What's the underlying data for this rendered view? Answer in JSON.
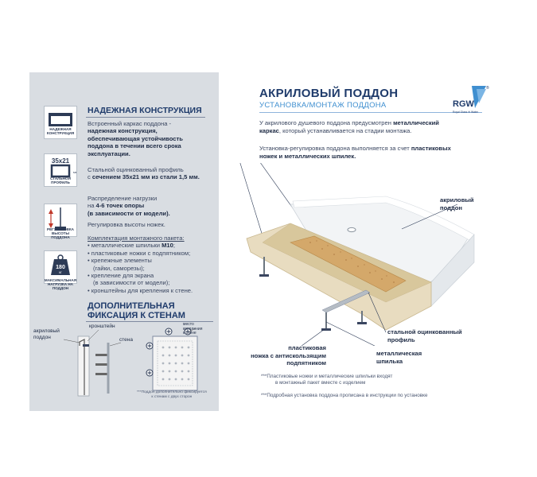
{
  "header": {
    "title": "АКРИЛОВЫЙ ПОДДОН",
    "subtitle": "УСТАНОВКА/МОНТАЖ ПОДДОНА",
    "logo_text": "RGW",
    "logo_tagline": "Royal Glass ✉ Water",
    "logo_mark": "®"
  },
  "intro": {
    "p1_pre": "У акрилового душевого поддона предусмотрен ",
    "p1_bold1": "металлический",
    "p1_bold2": "каркас",
    "p1_post": ", который устанавливается на стадии монтажа.",
    "p2_pre": "Установка-регулировка поддона выполняется за счет ",
    "p2_bold1": "пластиковых",
    "p2_bold2": "ножек и металлических шпилек."
  },
  "section1": {
    "title": "НАДЕЖНАЯ КОНСТРУКЦИЯ",
    "line1": "Встроенный каркас поддона -",
    "line2": "надежная конструкция,",
    "line3": "обеспечивающая устойчивость",
    "line4": "поддона в течении всего срока",
    "line5": "эксплуатации.",
    "profile_line1": "Стальной оцинкованный профиль",
    "profile_pre": "с ",
    "profile_bold": "сечением 35x21 мм из стали 1,5 мм.",
    "load_line1": "Распределение нагрузки",
    "load_pre": "на ",
    "load_bold": "4-6 точек опоры",
    "load_bold2": "(в зависимости от модели).",
    "height_line": "Регулировка высоты ножек.",
    "kit_title": "Комплектация монтажного пакета:",
    "kit_item1_pre": "металлические шпильки ",
    "kit_item1_bold": "M10",
    "kit_item1_post": ";",
    "kit_item2": "пластиковые ножки с подпятником;",
    "kit_item3": "крепежные элементы",
    "kit_item3b": "(гайки, саморезы);",
    "kit_item4": "крепление для экрана",
    "kit_item4b": "(в зависимости от модели);",
    "kit_item5": "кронштейны для крепления к стене."
  },
  "icons": {
    "icon1_caption_l1": "НАДЕЖНАЯ",
    "icon1_caption_l2": "КОНСТРУКЦИЯ",
    "icon2_top": "35x21",
    "icon2_unit": "мм",
    "icon2_caption_l1": "СТАЛЬНОЙ",
    "icon2_caption_l2": "ПРОФИЛЬ",
    "icon3_caption_l1": "РЕГУЛИРОВКА",
    "icon3_caption_l2": "ВЫСОТЫ ПОДДОНА",
    "icon4_value": "180",
    "icon4_unit": "кг",
    "icon4_caption_l1": "МАКСИМАЛЬНАЯ",
    "icon4_caption_l2": "НАГРУЗКА НА ПОДДОН"
  },
  "section2": {
    "title_l1": "ДОПОЛНИТЕЛЬНАЯ",
    "title_l2": "ФИКСАЦИЯ К СТЕНАМ",
    "label_tray_l1": "акриловый",
    "label_tray_l2": "поддон",
    "label_bracket": "кронштейн",
    "label_wall": "стена",
    "label_place_l1": "место",
    "label_place_l2": "крепления",
    "label_place_l3": "к стене",
    "footnote_l1": "***Поддон дополнительно фиксируется",
    "footnote_l2": "к стенам с двух сторон"
  },
  "callouts": {
    "tray_l1": "акриловый",
    "tray_l2": "поддон",
    "profile_l1": "стальной оцинкованный",
    "profile_l2": "профиль",
    "stud_l1": "металлическая",
    "stud_l2": "шпилька",
    "foot_l1": "пластиковая",
    "foot_l2": "ножка с антискользящим",
    "foot_l3": "подпятником"
  },
  "footnotes": {
    "n1_l1": "***Пластиковые ножки и металлические шпильки входят",
    "n1_l2": "в монтажный пакет вместе с изделием",
    "n2": "***Подробная установка поддона прописана в инструкции по установке"
  },
  "colors": {
    "panel_bg": "#d9dde2",
    "title_blue": "#1f3b6b",
    "accent_blue": "#3f8fd0",
    "tray_beige": "#e8dcc0"
  }
}
